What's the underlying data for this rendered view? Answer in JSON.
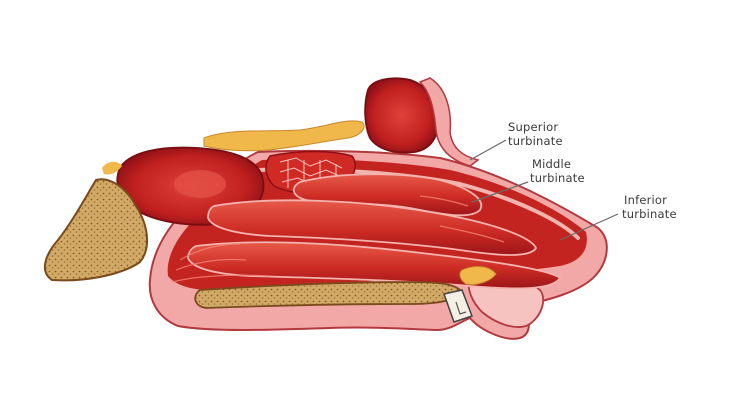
{
  "labels": {
    "superior": {
      "line1": "Superior",
      "line2": "turbinate"
    },
    "middle": {
      "line1": "Middle",
      "line2": "turbinate"
    },
    "inferior": {
      "line1": "Inferior",
      "line2": "turbinate"
    }
  },
  "colors": {
    "background": "#ffffff",
    "mucosa_dark": "#a8141a",
    "mucosa_mid": "#cf2a24",
    "mucosa_light": "#e8584a",
    "skin_pink": "#f2a8a6",
    "skin_outline": "#b23a3f",
    "bone_tan": "#c9a15e",
    "bone_dots": "#8a5a28",
    "fat_orange": "#f0b84a",
    "cartilage_white": "#f5f0e6",
    "leader_line": "#6a6a6a"
  }
}
